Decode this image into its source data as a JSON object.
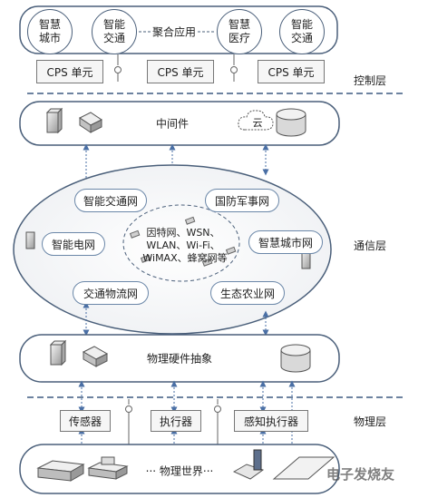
{
  "app_group": {
    "c1": "智慧\n城市",
    "c2": "智能\n交通",
    "center": "聚合应用",
    "c3": "智慧\n医疗",
    "c4": "智能\n交通"
  },
  "cps_units": [
    "CPS 单元",
    "CPS 单元",
    "CPS 单元"
  ],
  "layers": {
    "control": "控制层",
    "comm": "通信层",
    "physical": "物理层"
  },
  "middleware": {
    "label": "中间件",
    "cloud": "云"
  },
  "networks": {
    "its": "智能交通网",
    "defense": "国防军事网",
    "grid": "智能电网",
    "city": "智慧城市网",
    "logistics": "交通物流网",
    "agri": "生态农业网",
    "core_line1": "因特网、WSN、",
    "core_line2": "WLAN、Wi-Fi、",
    "core_line3": "WiMAX、蜂窝网等"
  },
  "hardware": {
    "label": "物理硬件抽象"
  },
  "devices": {
    "sensor": "传感器",
    "actuator": "执行器",
    "sense_exec": "感知执行器"
  },
  "world": {
    "label": "···  物理世界···"
  },
  "watermark": "电子发烧友"
}
